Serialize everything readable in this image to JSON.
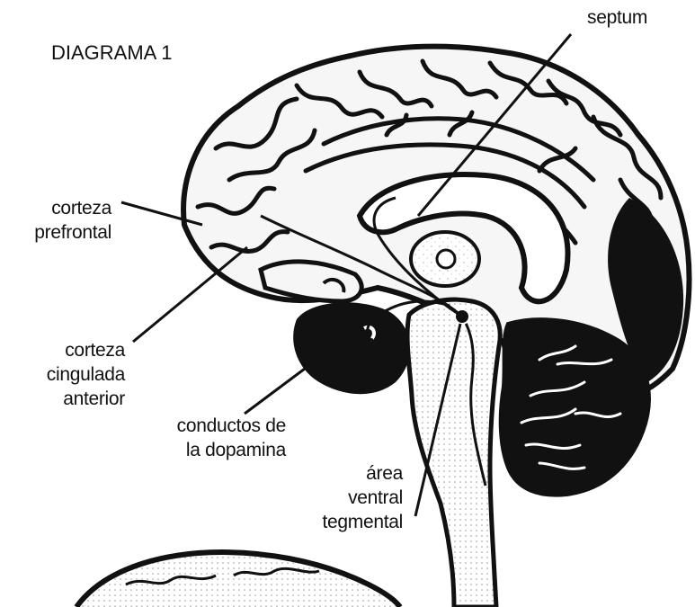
{
  "diagram": {
    "title": "DIAGRAMA 1",
    "labels": {
      "septum": "septum",
      "corteza_prefrontal": [
        "corteza",
        "prefrontal"
      ],
      "corteza_cingulada_anterior": [
        "corteza",
        "cingulada",
        "anterior"
      ],
      "conductos_dopamina": [
        "conductos de",
        "la dopamina"
      ],
      "area_ventral_tegmental": [
        "área",
        "ventral",
        "tegmental"
      ]
    },
    "colors": {
      "ink": "#111111",
      "background": "#ffffff",
      "brain_fill": "#f4f4f4"
    }
  }
}
